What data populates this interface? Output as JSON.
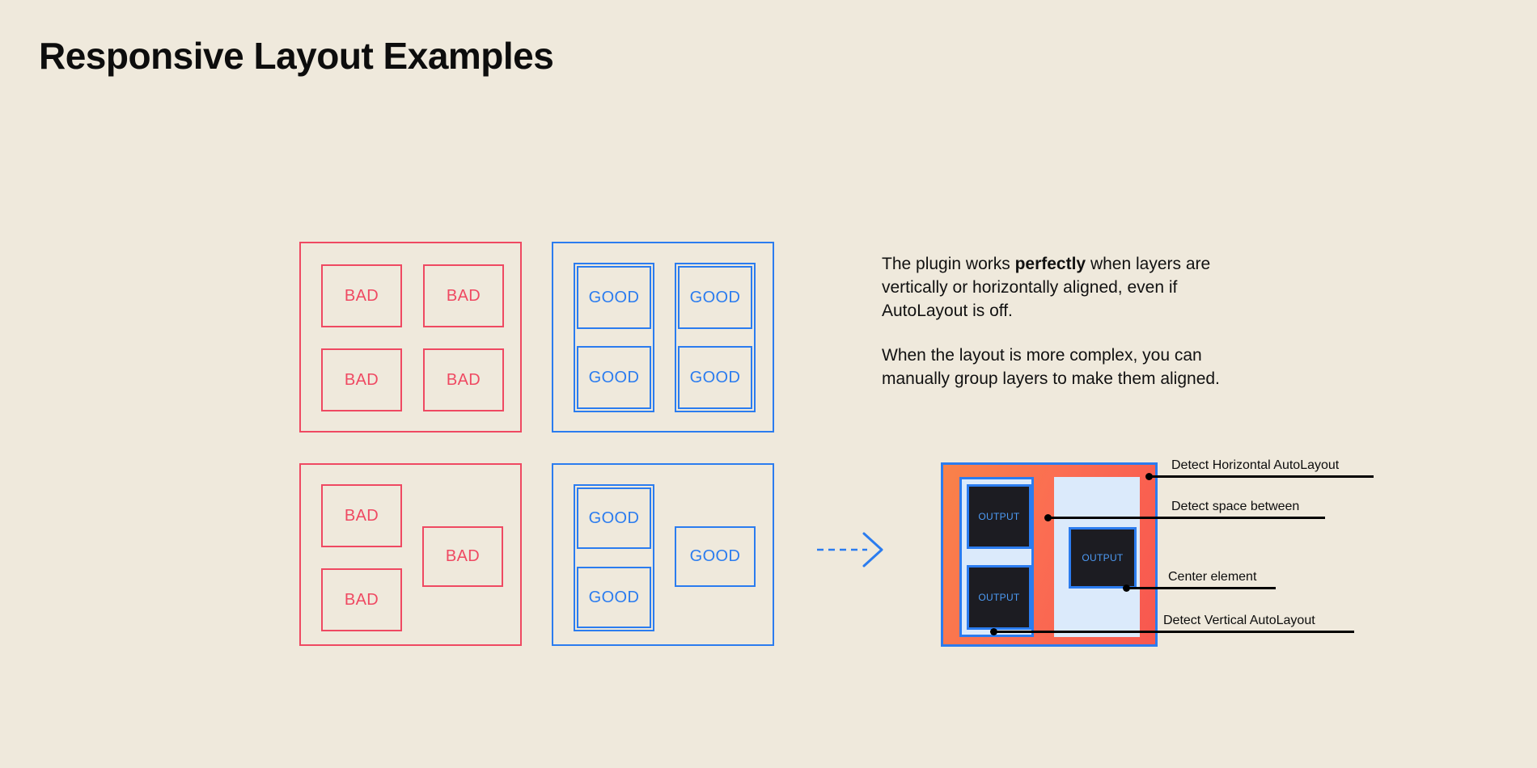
{
  "page": {
    "title": "Responsive Layout Examples",
    "background_color": "#efe9dc"
  },
  "colors": {
    "bad": "#ef4962",
    "good": "#2b7cef",
    "orange": "#fb6d52",
    "light_blue": "#dbeafb",
    "dark_box": "#1c1c22",
    "output_text": "#4d9bf5",
    "text": "#0d0d0d"
  },
  "examples": [
    {
      "id": "bad-grid",
      "status": "bad",
      "panel_label": "bad-panel-grid",
      "cells": [
        {
          "label": "BAD"
        },
        {
          "label": "BAD"
        },
        {
          "label": "BAD"
        },
        {
          "label": "BAD"
        }
      ]
    },
    {
      "id": "good-grid",
      "status": "good",
      "panel_label": "good-panel-grid",
      "cells": [
        {
          "label": "GOOD"
        },
        {
          "label": "GOOD"
        },
        {
          "label": "GOOD"
        },
        {
          "label": "GOOD"
        }
      ]
    },
    {
      "id": "bad-complex",
      "status": "bad",
      "panel_label": "bad-panel-complex",
      "cells": [
        {
          "label": "BAD"
        },
        {
          "label": "BAD"
        },
        {
          "label": "BAD"
        }
      ]
    },
    {
      "id": "good-complex",
      "status": "good",
      "panel_label": "good-panel-complex",
      "cells": [
        {
          "label": "GOOD"
        },
        {
          "label": "GOOD"
        },
        {
          "label": "GOOD"
        }
      ]
    }
  ],
  "arrow": {
    "icon": "dashed-arrow-right-icon",
    "color": "#2b7cef",
    "style": "dashed"
  },
  "copy": {
    "paragraph_1_before": "The plugin works ",
    "paragraph_1_bold": "perfectly",
    "paragraph_1_after": " when layers are vertically or horizontally aligned, even if AutoLayout is off.",
    "paragraph_2": "When the layout is more complex, you can manually group layers to make them aligned."
  },
  "mock": {
    "outputs": [
      {
        "label": "OUTPUT"
      },
      {
        "label": "OUTPUT"
      },
      {
        "label": "OUTPUT"
      }
    ],
    "callouts": [
      {
        "label": "Detect Horizontal AutoLayout"
      },
      {
        "label": "Detect space between"
      },
      {
        "label": "Center element"
      },
      {
        "label": "Detect Vertical AutoLayout"
      }
    ]
  }
}
